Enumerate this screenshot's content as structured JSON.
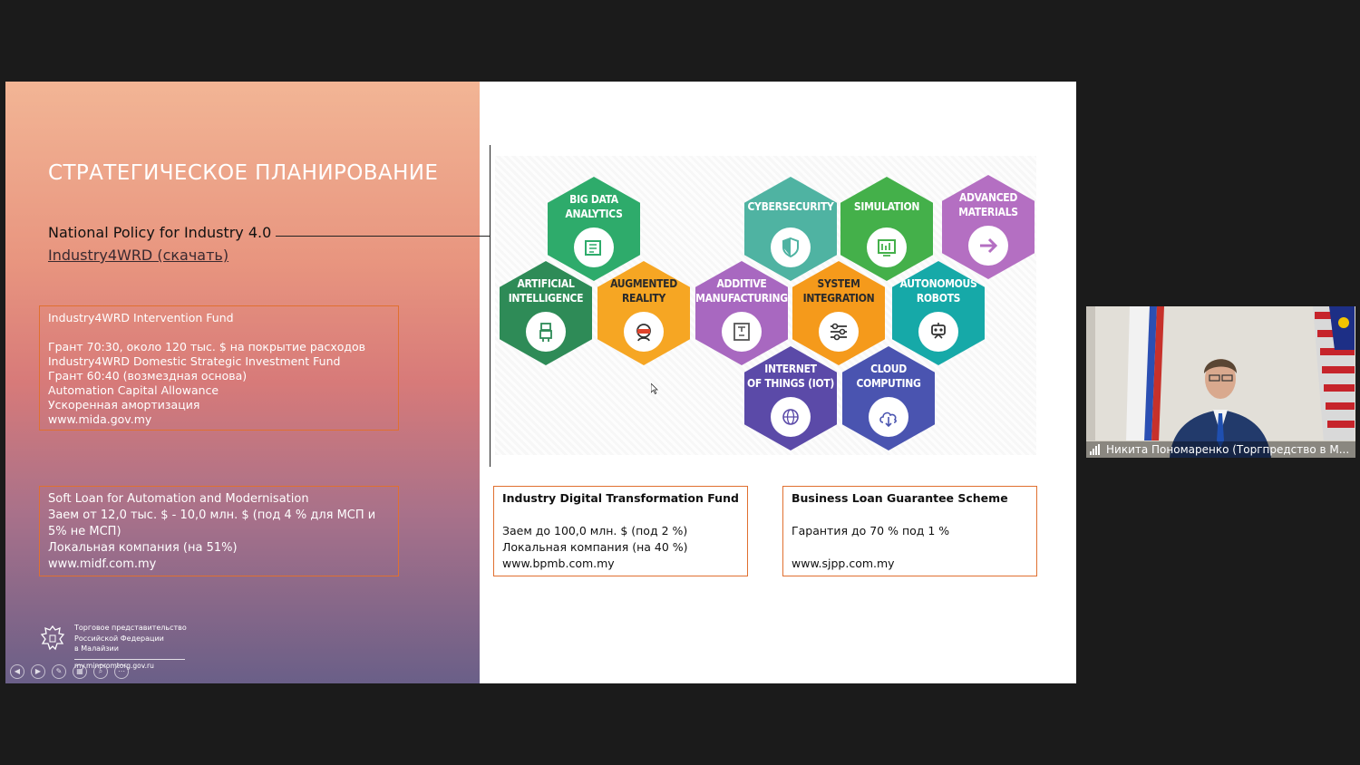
{
  "slide": {
    "title": "СТРАТЕГИЧЕСКОЕ ПЛАНИРОВАНИЕ",
    "policy": "National Policy for Industry 4.0",
    "policy_link": "Industry4WRD (скачать)",
    "box1": {
      "lines": [
        "Industry4WRD Intervention Fund",
        "",
        "Грант 70:30, около 120 тыс. $ на покрытие расходов",
        "Industry4WRD Domestic Strategic Investment Fund",
        "Грант 60:40 (возмездная основа)",
        "Automation Capital Allowance",
        "Ускоренная амортизация",
        "www.mida.gov.my"
      ]
    },
    "box2": {
      "l1": "Soft Loan for Automation and Modernisation",
      "l2": "Заем от 12,0 тыс. $ - 10,0 млн. $ (под 4 % для МСП и 5% не МСП)",
      "l3": "Локальная компания (на 51%)",
      "l4": "www.midf.com.my"
    },
    "box3": {
      "head": "Industry Digital Transformation Fund",
      "l1": "Заем до 100,0 млн. $ (под 2 %)",
      "l2": "Локальная компания (на 40 %)",
      "l3": "www.bpmb.com.my"
    },
    "box4": {
      "head": "Business Loan Guarantee Scheme",
      "l1": "Гарантия до 70 % под 1 %",
      "l2": "www.sjpp.com.my"
    },
    "org": {
      "l1": "Торговое представительство",
      "l2": "Российской Федерации",
      "l3": "в Малайзии",
      "url": "my.minpromtorg.gov.ru"
    }
  },
  "hexagons": [
    {
      "l1": "BIG DATA",
      "l2": "ANALYTICS",
      "color": "#2eab6b",
      "icon": "folder-icon"
    },
    {
      "l1": "CYBERSECURITY",
      "l2": "",
      "color": "#4fb3a2",
      "icon": "shield-icon"
    },
    {
      "l1": "SIMULATION",
      "l2": "",
      "color": "#44b04a",
      "icon": "simulation-icon"
    },
    {
      "l1": "ADVANCED",
      "l2": "MATERIALS",
      "color": "#b46fc2",
      "icon": "arrow-right-icon"
    },
    {
      "l1": "ARTIFICIAL",
      "l2": "INTELLIGENCE",
      "color": "#2e8b57",
      "icon": "robot-icon"
    },
    {
      "l1": "AUGMENTED",
      "l2": "REALITY",
      "color": "#f6a623",
      "icon": "vr-headset-icon"
    },
    {
      "l1": "ADDITIVE",
      "l2": "MANUFACTURING",
      "color": "#a868c0",
      "icon": "3d-printer-icon"
    },
    {
      "l1": "SYSTEM",
      "l2": "INTEGRATION",
      "color": "#f59a1b",
      "icon": "sliders-icon"
    },
    {
      "l1": "AUTONOMOUS",
      "l2": "ROBOTS",
      "color": "#16a9a8",
      "icon": "robot-head-icon"
    },
    {
      "l1": "INTERNET",
      "l2": "OF THINGS (IOT)",
      "color": "#5b4aa8",
      "icon": "globe-network-icon"
    },
    {
      "l1": "CLOUD",
      "l2": "COMPUTING",
      "color": "#4a54b0",
      "icon": "cloud-download-icon"
    }
  ],
  "video": {
    "participant_name": "Никита Пономаренко (Торгпредство в М..."
  }
}
